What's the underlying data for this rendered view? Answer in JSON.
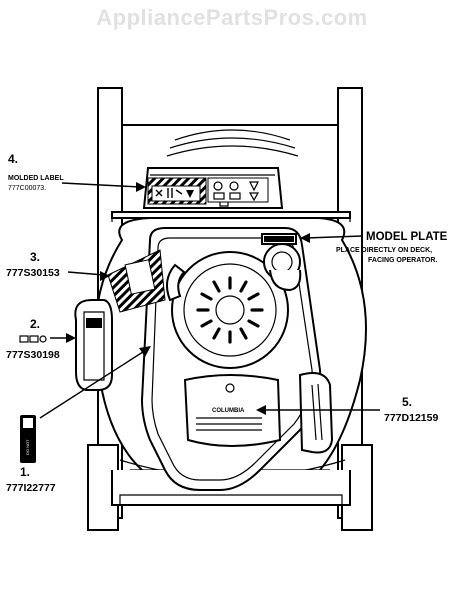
{
  "watermark": "AppliancePartsPros.com",
  "callouts": [
    {
      "id": "molded-label",
      "number": "4.",
      "line1": "MOLDED LABEL",
      "part": "777C00073."
    },
    {
      "id": "label-3",
      "number": "3.",
      "part": "777S30153"
    },
    {
      "id": "label-2",
      "number": "2.",
      "part": "777S30198"
    },
    {
      "id": "label-1",
      "number": "1.",
      "part": "777I22777"
    },
    {
      "id": "label-5",
      "number": "5.",
      "part": "777D12159"
    }
  ],
  "model_plate": {
    "title": "MODEL PLATE",
    "line1": "PLACE DIRECTLY ON DECK,",
    "line2": "FACING OPERATOR."
  },
  "engine_label": {
    "brand": "COLUMBIA"
  },
  "colors": {
    "line": "#000000",
    "background": "#ffffff",
    "watermark": "#e1e1e1"
  }
}
